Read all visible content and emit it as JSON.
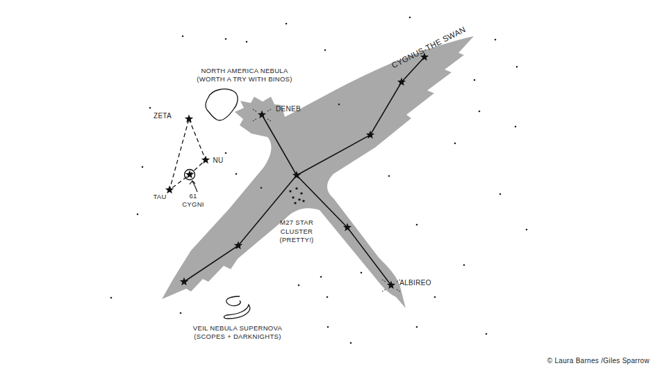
{
  "diagram": {
    "title": "CYGNUS-THE SWAN",
    "labels": [
      "NORTH AMERICA NEBULA (WORTH A TRY WITH BINOS)",
      "DENEB",
      "ZETA",
      "NU",
      "TAU",
      "61 CYGNI",
      "M27 STAR CLUSTER (PRETTY!)",
      "ALBIREO",
      "VEIL NEBULA SUPERNOVA (SCOPES + DARKNIGHTS)",
      "© Laura Barnes /Giles Sparrow"
    ]
  }
}
